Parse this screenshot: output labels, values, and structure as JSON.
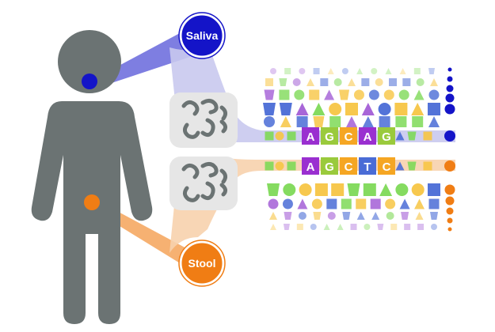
{
  "sources": [
    {
      "label": "Saliva",
      "color": "#1414c8"
    },
    {
      "label": "Stool",
      "color": "#f07d14"
    }
  ],
  "sequences": [
    {
      "bases": [
        "A",
        "G",
        "C",
        "A",
        "G"
      ],
      "band_color": "#b5b5e8",
      "base_colors": [
        "#9a2fd0",
        "#9aca3c",
        "#f5a623",
        "#9a2fd0",
        "#9aca3c"
      ]
    },
    {
      "bases": [
        "A",
        "G",
        "C",
        "T",
        "C"
      ],
      "band_color": "#f6c79c",
      "base_colors": [
        "#9a2fd0",
        "#9aca3c",
        "#f5a623",
        "#4a6cd6",
        "#f5a623"
      ]
    }
  ],
  "colors": {
    "person": "#6b7373",
    "saliva": "#1414c8",
    "stool": "#f07d14",
    "saliva_band": "#c9c9ee",
    "stool_band": "#f7d2ad",
    "microbe_box": "#e6e6e6",
    "microbe_glyph": "#6b7373",
    "shape_green": "#7ed957",
    "shape_yellow": "#f7c544",
    "shape_purple": "#a35ed6",
    "shape_blue": "#4a6cd6"
  },
  "icons": [
    "person-icon",
    "microbe-icon"
  ]
}
